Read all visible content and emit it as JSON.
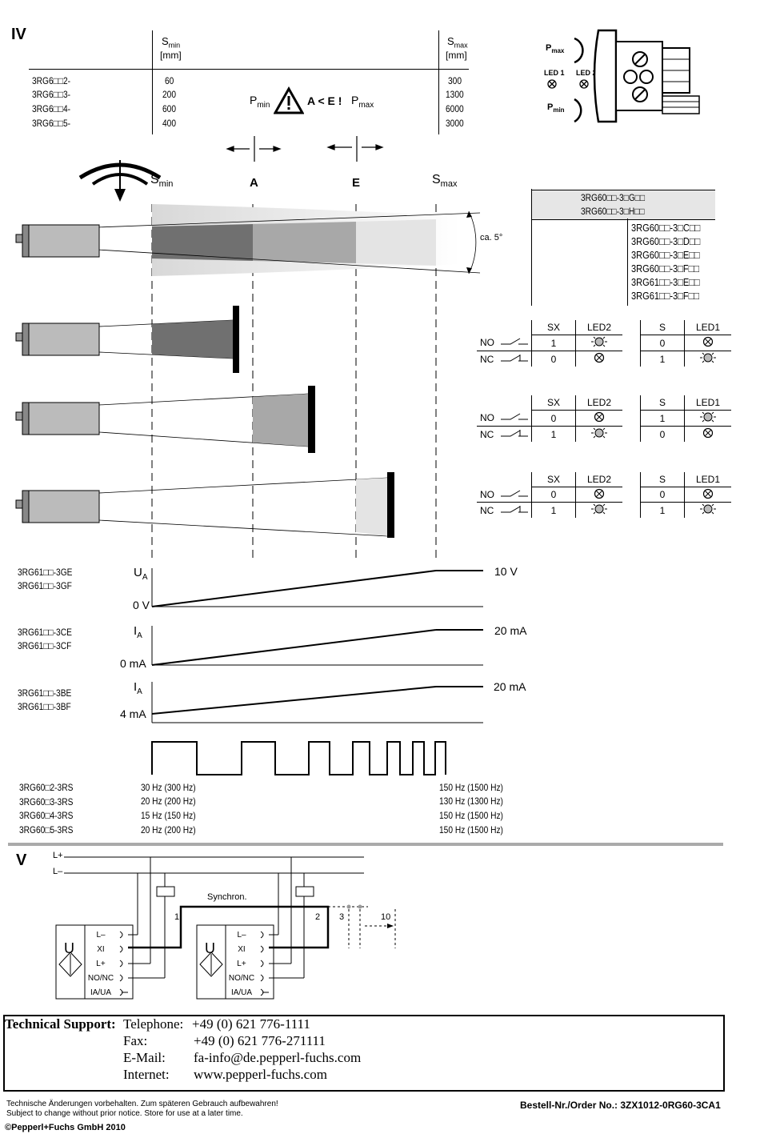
{
  "section_iv": "IV",
  "section_v": "V",
  "range_table": {
    "smin_header": "S",
    "smin_sub": "min",
    "smax_header": "S",
    "smax_sub": "max",
    "unit": "[mm]",
    "rows": [
      {
        "model": "3RG6□□2-",
        "smin": "60",
        "smax": "300"
      },
      {
        "model": "3RG6□□3-",
        "smin": "200",
        "smax": "1300"
      },
      {
        "model": "3RG6□□4-",
        "smin": "600",
        "smax": "6000"
      },
      {
        "model": "3RG6□□5-",
        "smin": "400",
        "smax": "3000"
      }
    ]
  },
  "warning": {
    "pmin": "P",
    "pmin_sub": "min",
    "text": "A < E !",
    "pmax": "P",
    "pmax_sub": "max"
  },
  "connector": {
    "pmax": "P",
    "pmax_sub": "max",
    "led1": "LED 1",
    "led2": "LED 2",
    "pmin": "P",
    "pmin_sub": "min"
  },
  "beam": {
    "smin": "S",
    "smin_sub": "min",
    "a": "A",
    "e": "E",
    "smax": "S",
    "smax_sub": "max",
    "angle": "ca. 5°"
  },
  "model_box": {
    "header1": "3RG60□□-3□G□□",
    "header2": "3RG60□□-3□H□□",
    "items": [
      "3RG60□□-3□C□□",
      "3RG60□□-3□D□□",
      "3RG60□□-3□E□□",
      "3RG60□□-3□F□□",
      "3RG61□□-3□E□□",
      "3RG61□□-3□F□□"
    ]
  },
  "led_tables": [
    {
      "headers": [
        "SX",
        "LED2",
        "S",
        "LED1"
      ],
      "no": [
        "1",
        "on",
        "0",
        "off"
      ],
      "nc": [
        "0",
        "off",
        "1",
        "on"
      ]
    },
    {
      "headers": [
        "SX",
        "LED2",
        "S",
        "LED1"
      ],
      "no": [
        "0",
        "off",
        "1",
        "on"
      ],
      "nc": [
        "1",
        "on",
        "0",
        "off"
      ]
    },
    {
      "headers": [
        "SX",
        "LED2",
        "S",
        "LED1"
      ],
      "no": [
        "0",
        "off",
        "0",
        "off"
      ],
      "nc": [
        "1",
        "on",
        "1",
        "on"
      ]
    }
  ],
  "no_label": "NO",
  "nc_label": "NC",
  "analog": [
    {
      "models": [
        "3RG61□□-3GE",
        "3RG61□□-3GF"
      ],
      "axis": "U",
      "axis_sub": "A",
      "start": "0 V",
      "end": "10 V"
    },
    {
      "models": [
        "3RG61□□-3CE",
        "3RG61□□-3CF"
      ],
      "axis": "I",
      "axis_sub": "A",
      "start": "0 mA",
      "end": "20 mA"
    },
    {
      "models": [
        "3RG61□□-3BE",
        "3RG61□□-3BF"
      ],
      "axis": "I",
      "axis_sub": "A",
      "start": "4 mA",
      "end": "20 mA"
    }
  ],
  "freq": {
    "models": [
      "3RG60□2-3RS",
      "3RG60□3-3RS",
      "3RG60□4-3RS",
      "3RG60□5-3RS"
    ],
    "min": [
      "30 Hz (300 Hz)",
      "20 Hz (200 Hz)",
      "15 Hz (150 Hz)",
      "20 Hz (200 Hz)"
    ],
    "max": [
      "150 Hz (1500 Hz)",
      "130 Hz (1300 Hz)",
      "150 Hz (1500 Hz)",
      "150 Hz (1500 Hz)"
    ]
  },
  "wiring": {
    "lplus": "L+",
    "lminus": "L–",
    "synchron": "Synchron.",
    "n1": "1",
    "n2": "2",
    "n3": "3",
    "n10": "10",
    "u": "U",
    "pins": [
      "L–",
      "XI",
      "L+",
      "NO/NC",
      "IA/UA"
    ]
  },
  "support": {
    "title": "Technical Support:",
    "rows": [
      {
        "label": "Telephone:",
        "value": "+49 (0) 621 776-1111"
      },
      {
        "label": "Fax:",
        "value": "+49 (0) 621 776-271111"
      },
      {
        "label": "E-Mail:",
        "value": "fa-info@de.pepperl-fuchs.com"
      },
      {
        "label": "Internet:",
        "value": "www.pepperl-fuchs.com"
      }
    ]
  },
  "footer": {
    "de": "Technische Änderungen vorbehalten. Zum späteren Gebrauch aufbewahren!",
    "en": "Subject to change without prior notice. Store for use at a later time.",
    "order": "Bestell-Nr./Order No.: 3ZX1012-0RG60-3CA1",
    "copyright": "©Pepperl+Fuchs GmbH 2010"
  }
}
